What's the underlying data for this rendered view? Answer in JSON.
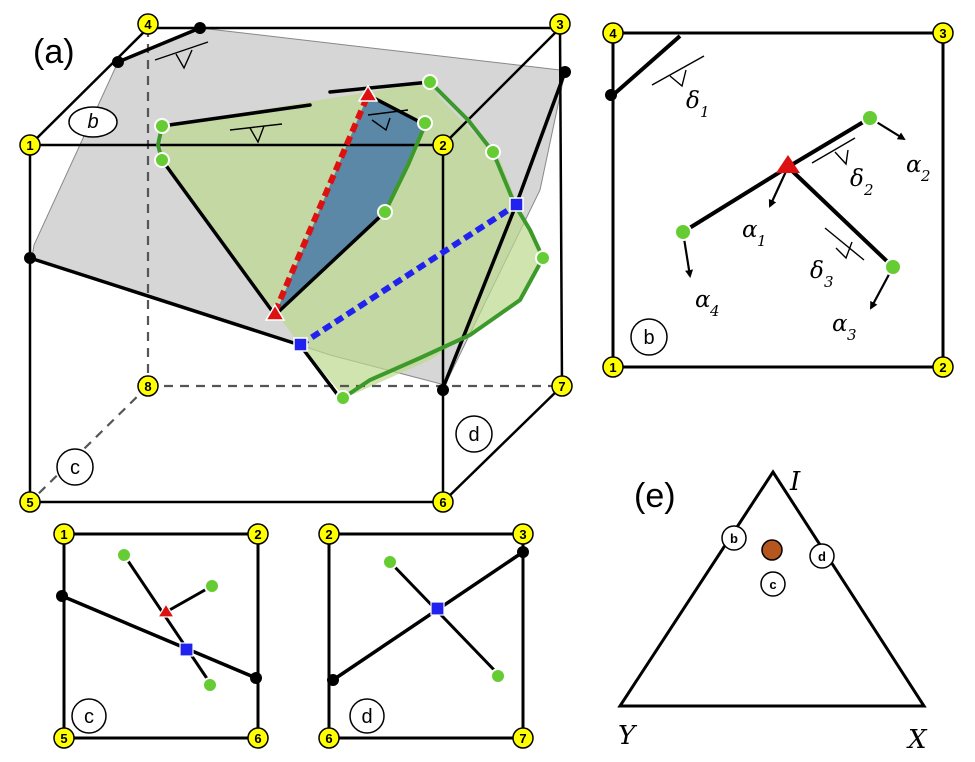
{
  "panels": {
    "a": {
      "title": "(a)",
      "surface_label": "b",
      "face_c_label": "c",
      "face_d_label": "d",
      "corners": [
        "1",
        "2",
        "3",
        "4",
        "5",
        "6",
        "7",
        "8"
      ]
    },
    "b": {
      "label": "b",
      "corners": [
        "4",
        "3",
        "1",
        "2"
      ],
      "symbols": [
        {
          "greek": "δ",
          "sub": "1"
        },
        {
          "greek": "δ",
          "sub": "2"
        },
        {
          "greek": "δ",
          "sub": "3"
        },
        {
          "greek": "α",
          "sub": "1"
        },
        {
          "greek": "α",
          "sub": "2"
        },
        {
          "greek": "α",
          "sub": "3"
        },
        {
          "greek": "α",
          "sub": "4"
        }
      ]
    },
    "c": {
      "label": "c",
      "corners": [
        "1",
        "2",
        "5",
        "6"
      ]
    },
    "d": {
      "label": "d",
      "corners": [
        "2",
        "3",
        "6",
        "7"
      ]
    },
    "e": {
      "title": "(e)",
      "vertex_top": "I",
      "vertex_left": "Y",
      "vertex_right": "X",
      "markers": [
        "b",
        "c",
        "d"
      ]
    }
  },
  "colors": {
    "corner_fill": "#ffff00",
    "node_green": "#66cc33",
    "triangle_red": "#dd1111",
    "square_blue": "#2222ee",
    "plane_gray": "#c8c8c8",
    "plane_green": "#c5dca0",
    "plane_blue": "#5a86a8",
    "point_brown": "#b5561e"
  }
}
